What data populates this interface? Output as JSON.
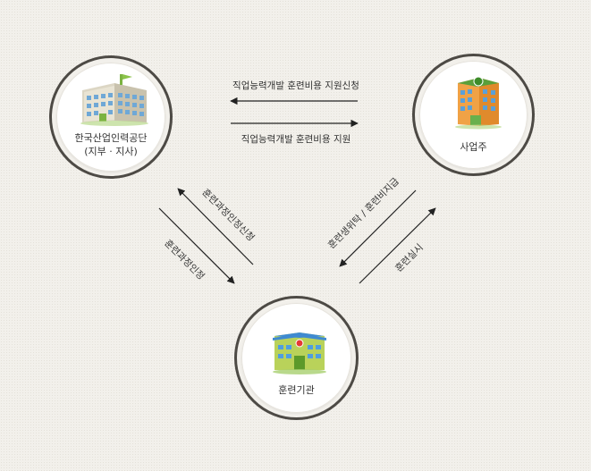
{
  "nodes": {
    "hrd": {
      "line1": "한국산업인력공단",
      "line2": "(지부 · 지사)"
    },
    "employer": {
      "label": "사업주"
    },
    "institution": {
      "label": "훈련기관"
    }
  },
  "flows": {
    "apply_cost": "직업능력개발 훈련비용 지원신청",
    "support_cost": "직업능력개발 훈련비용 지원",
    "course_apply": "훈련과정인정신청",
    "course_approve": "훈련과정인정",
    "consign_pay": "훈련생위탁 / 훈련비지급",
    "training": "훈련실시"
  }
}
